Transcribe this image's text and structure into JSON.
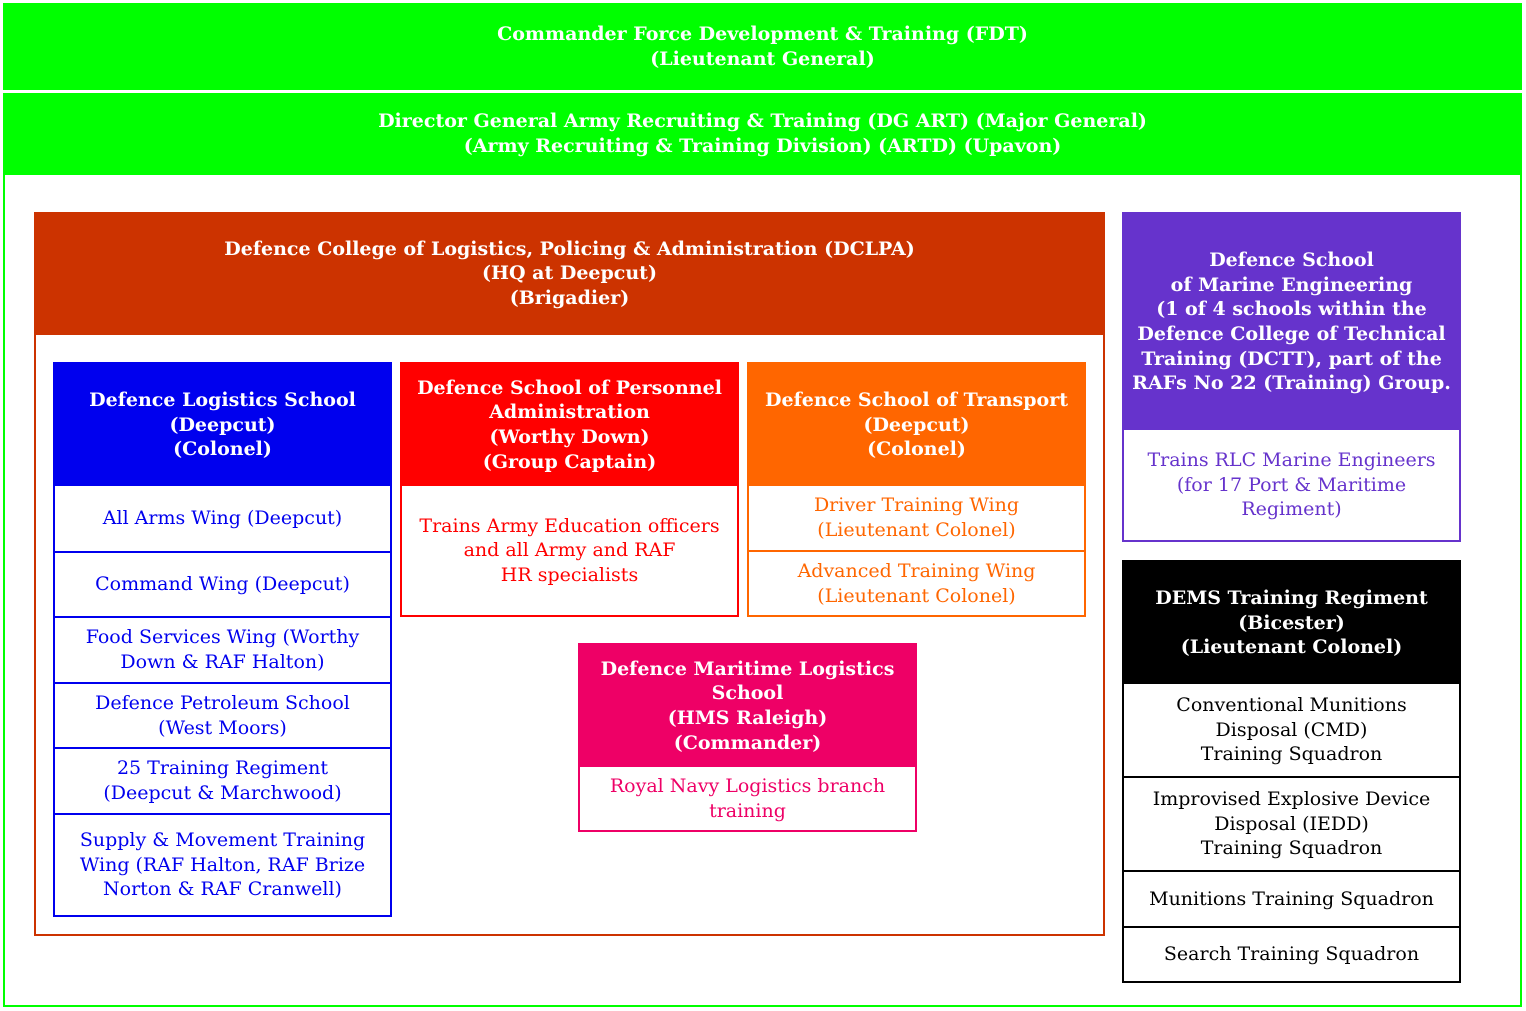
{
  "colors": {
    "green": "#00ff00",
    "dclpa": "#cc3300",
    "blue": "#0000ee",
    "red": "#ff0000",
    "orange": "#ff6600",
    "pink": "#ee0066",
    "purple": "#6633cc",
    "black": "#000000"
  },
  "top": {
    "commander": "Commander Force Development & Training (FDT)\n(Lieutenant General)",
    "director": "Director General Army Recruiting & Training (DG ART) (Major General)\n(Army Recruiting & Training Division) (ARTD) (Upavon)"
  },
  "dclpa": {
    "header": "Defence College of Logistics, Policing & Administration (DCLPA)\n(HQ at Deepcut)\n(Brigadier)",
    "logistics": {
      "header": "Defence Logistics School\n(Deepcut)\n(Colonel)",
      "items": [
        "All Arms Wing (Deepcut)",
        "Command Wing (Deepcut)",
        "Food Services Wing (Worthy\nDown & RAF Halton)",
        "Defence Petroleum School\n(West Moors)",
        "25 Training Regiment\n(Deepcut & Marchwood)",
        "Supply & Movement Training\nWing (RAF Halton, RAF Brize\nNorton & RAF Cranwell)"
      ]
    },
    "personnel": {
      "header": "Defence School of Personnel\nAdministration\n(Worthy Down)\n(Group Captain)",
      "body": "Trains Army Education officers\nand all Army and RAF\nHR specialists"
    },
    "transport": {
      "header": "Defence School of Transport\n(Deepcut)\n(Colonel)",
      "items": [
        "Driver Training Wing\n(Lieutenant Colonel)",
        "Advanced Training Wing\n(Lieutenant Colonel)"
      ]
    },
    "maritime": {
      "header": "Defence Maritime Logistics\nSchool\n(HMS Raleigh)\n(Commander)",
      "body": "Royal Navy Logistics branch\ntraining"
    }
  },
  "marine": {
    "header": "Defence School\nof Marine Engineering\n(1 of 4 schools within the\nDefence College of Technical\nTraining (DCTT), part of the\nRAFs No 22 (Training) Group.",
    "body": "Trains RLC Marine Engineers\n(for 17 Port & Maritime\nRegiment)"
  },
  "dems": {
    "header": "DEMS Training Regiment\n(Bicester)\n(Lieutenant Colonel)",
    "items": [
      "Conventional Munitions\nDisposal (CMD)\nTraining Squadron",
      "Improvised Explosive Device\nDisposal (IEDD)\nTraining Squadron",
      "Munitions Training Squadron",
      "Search Training Squadron"
    ]
  }
}
